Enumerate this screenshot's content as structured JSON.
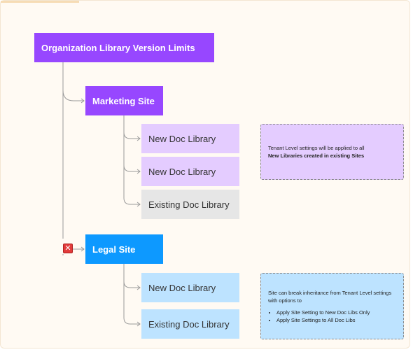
{
  "root": {
    "label": "Organization Library Version Limits"
  },
  "marketing": {
    "label": "Marketing Site",
    "libraries": [
      "New Doc Library",
      "New Doc Library",
      "Existing Doc Library"
    ],
    "note": {
      "line1": "Tenant Level settings will be applied to all",
      "line2": "New Libraries created in existing Sites"
    }
  },
  "legal": {
    "label": "Legal Site",
    "libraries": [
      "New Doc Library",
      "Existing Doc Library"
    ],
    "note": {
      "text": "Site can break inheritance from Tenant Level settings with options to",
      "bullets": [
        "Apply Site Setting to New Doc Libs Only",
        "Apply Site Settings to All Doc Libs"
      ]
    }
  },
  "colors": {
    "purple": "#9747ff",
    "blue": "#0d99ff",
    "light_purple": "#e4ccff",
    "light_blue": "#bde3ff",
    "gray": "#e6e6e6",
    "stop": "#e23b3b"
  },
  "icons": {
    "break_inheritance": "x-mark-icon"
  }
}
